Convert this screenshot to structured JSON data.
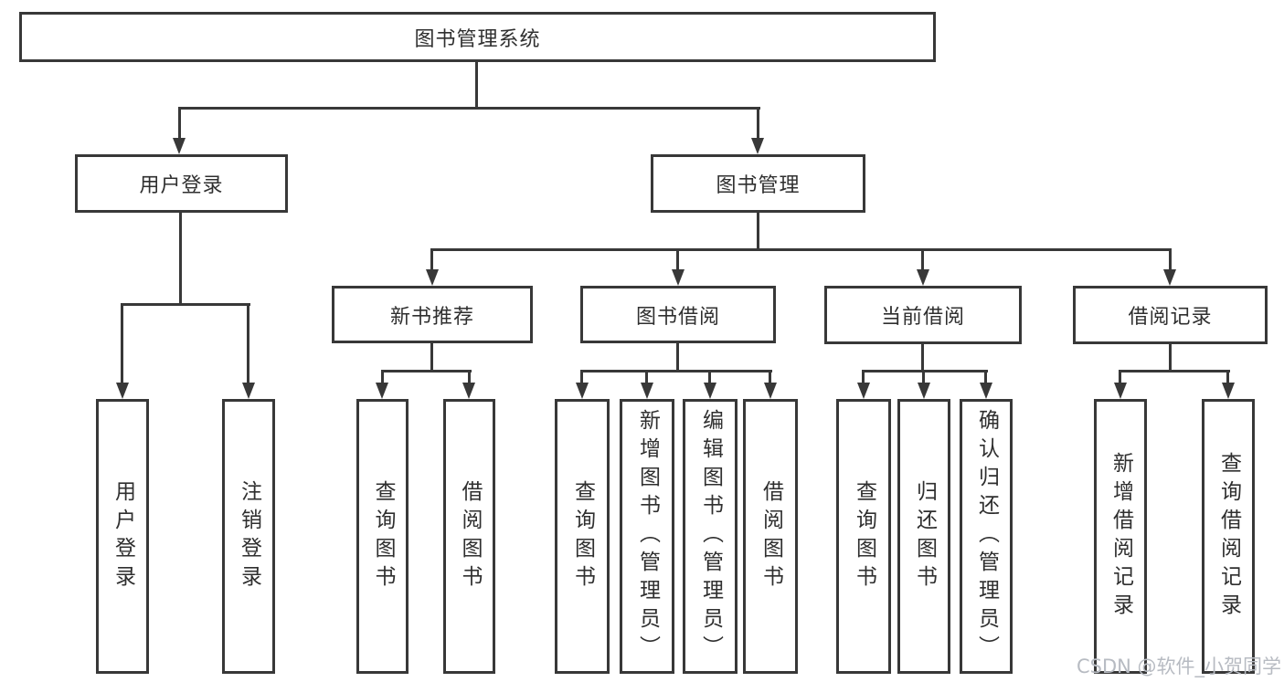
{
  "diagram_title": "图书管理系统",
  "nodes": {
    "root": "图书管理系统",
    "level2": {
      "user_login": "用户登录",
      "book_mgmt": "图书管理"
    },
    "level3": {
      "new_book_rec": "新书推荐",
      "book_borrow": "图书借阅",
      "current_borrow": "当前借阅",
      "borrow_records": "借阅记录"
    },
    "leaves": {
      "user_login": "用户登录",
      "logout": "注销登录",
      "rec_query_books": "查询图书",
      "rec_borrow_books": "借阅图书",
      "borrow_query_books": "查询图书",
      "borrow_add_books": "新增图书（管理员）",
      "borrow_edit_books": "编辑图书（管理员）",
      "borrow_borrow_books": "借阅图书",
      "cur_query_books": "查询图书",
      "cur_return_books": "归还图书",
      "cur_confirm_return": "确认归还（管理员）",
      "record_add": "新增借阅记录",
      "record_query": "查询借阅记录"
    }
  },
  "watermark": "CSDN @软件_小贺同学",
  "colors": {
    "line": "#383838",
    "text": "#2f2f2f",
    "watermark": "#b7bbc2",
    "background": "#ffffff"
  }
}
